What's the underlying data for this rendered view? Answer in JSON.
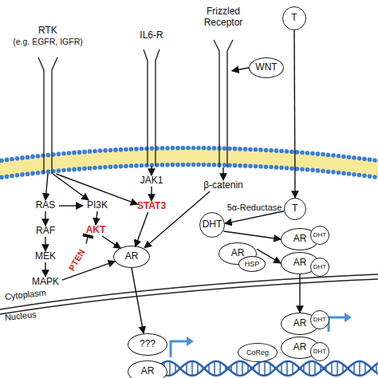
{
  "diagram": {
    "nodes": [
      {
        "text": [
          "RTK",
          "(e.g. EGFR, IGFR)"
        ]
      },
      {
        "text": [
          "IL6-R"
        ]
      },
      {
        "text": [
          "Frizzled Receptor"
        ]
      },
      {
        "text": [
          "WNT"
        ]
      },
      {
        "text": [
          "T"
        ]
      },
      {
        "text": [
          "RAS"
        ]
      },
      {
        "text": [
          "PI3K"
        ]
      },
      {
        "text": [
          "JAK1"
        ]
      },
      {
        "text": [
          "β-catenin"
        ]
      },
      {
        "text": [
          "RAF"
        ]
      },
      {
        "text": [
          "STAT3"
        ]
      },
      {
        "text": [
          "AKT"
        ]
      },
      {
        "text": [
          "T"
        ]
      },
      {
        "text": [
          "DHT"
        ]
      },
      {
        "text": [
          "MEK"
        ]
      },
      {
        "text": [
          "PTEN"
        ]
      },
      {
        "text": [
          "AR"
        ]
      },
      {
        "text": [
          "HSP"
        ],
        "in": 16
      },
      {
        "text": [
          "AR"
        ]
      },
      {
        "text": [
          "DHT"
        ],
        "in": 18
      },
      {
        "text": [
          "AR"
        ]
      },
      {
        "text": [
          "DHT"
        ],
        "in": 20
      },
      {
        "text": [
          "MAPK"
        ]
      },
      {
        "text": [
          "AR"
        ]
      },
      {
        "text": [
          "AR"
        ]
      },
      {
        "text": [
          "DHT"
        ],
        "in": 24
      },
      {
        "text": [
          "AR"
        ]
      },
      {
        "text": [
          "DHT"
        ],
        "in": 26
      },
      {
        "text": [
          "CoReg"
        ]
      },
      {
        "text": [
          "???"
        ]
      },
      {
        "text": [
          "AR"
        ]
      }
    ],
    "edges": [
      {
        "from": 0,
        "to": 5,
        "arrow": "to"
      },
      {
        "from": 0,
        "to": 6,
        "arrow": "to"
      },
      {
        "from": 0,
        "to": 10,
        "arrow": "to"
      },
      {
        "from": 5,
        "to": 6,
        "arrow": "to"
      },
      {
        "from": 5,
        "to": 9,
        "arrow": "to"
      },
      {
        "from": 9,
        "to": 14,
        "arrow": "to"
      },
      {
        "from": 14,
        "to": 22,
        "arrow": "to"
      },
      {
        "from": 6,
        "to": 11,
        "arrow": "to"
      },
      {
        "from": 15,
        "to": 11,
        "arrow": "to"
      },
      {
        "from": 11,
        "to": 23,
        "arrow": "to"
      },
      {
        "from": 22,
        "to": 23,
        "arrow": "to"
      },
      {
        "from": 1,
        "to": 7,
        "arrow": "to"
      },
      {
        "from": 7,
        "to": 10,
        "arrow": "to"
      },
      {
        "from": 10,
        "to": 23,
        "arrow": "to"
      },
      {
        "from": 3,
        "to": 2,
        "arrow": "to"
      },
      {
        "from": 2,
        "to": 8,
        "arrow": "to"
      },
      {
        "from": 8,
        "to": 23,
        "arrow": "to"
      },
      {
        "from": 4,
        "to": 12,
        "arrow": "to"
      },
      {
        "from": 12,
        "to": 13,
        "label": "5α-Reductase",
        "arrow": "to"
      },
      {
        "from": 13,
        "to": 18,
        "arrow": "to"
      },
      {
        "from": 16,
        "to": 20,
        "arrow": "to"
      },
      {
        "from": 20,
        "to": 24,
        "arrow": "to"
      },
      {
        "from": 23,
        "to": 29,
        "arrow": "to"
      }
    ],
    "labels": [
      "Cytoplasm",
      "Nucleus"
    ]
  }
}
